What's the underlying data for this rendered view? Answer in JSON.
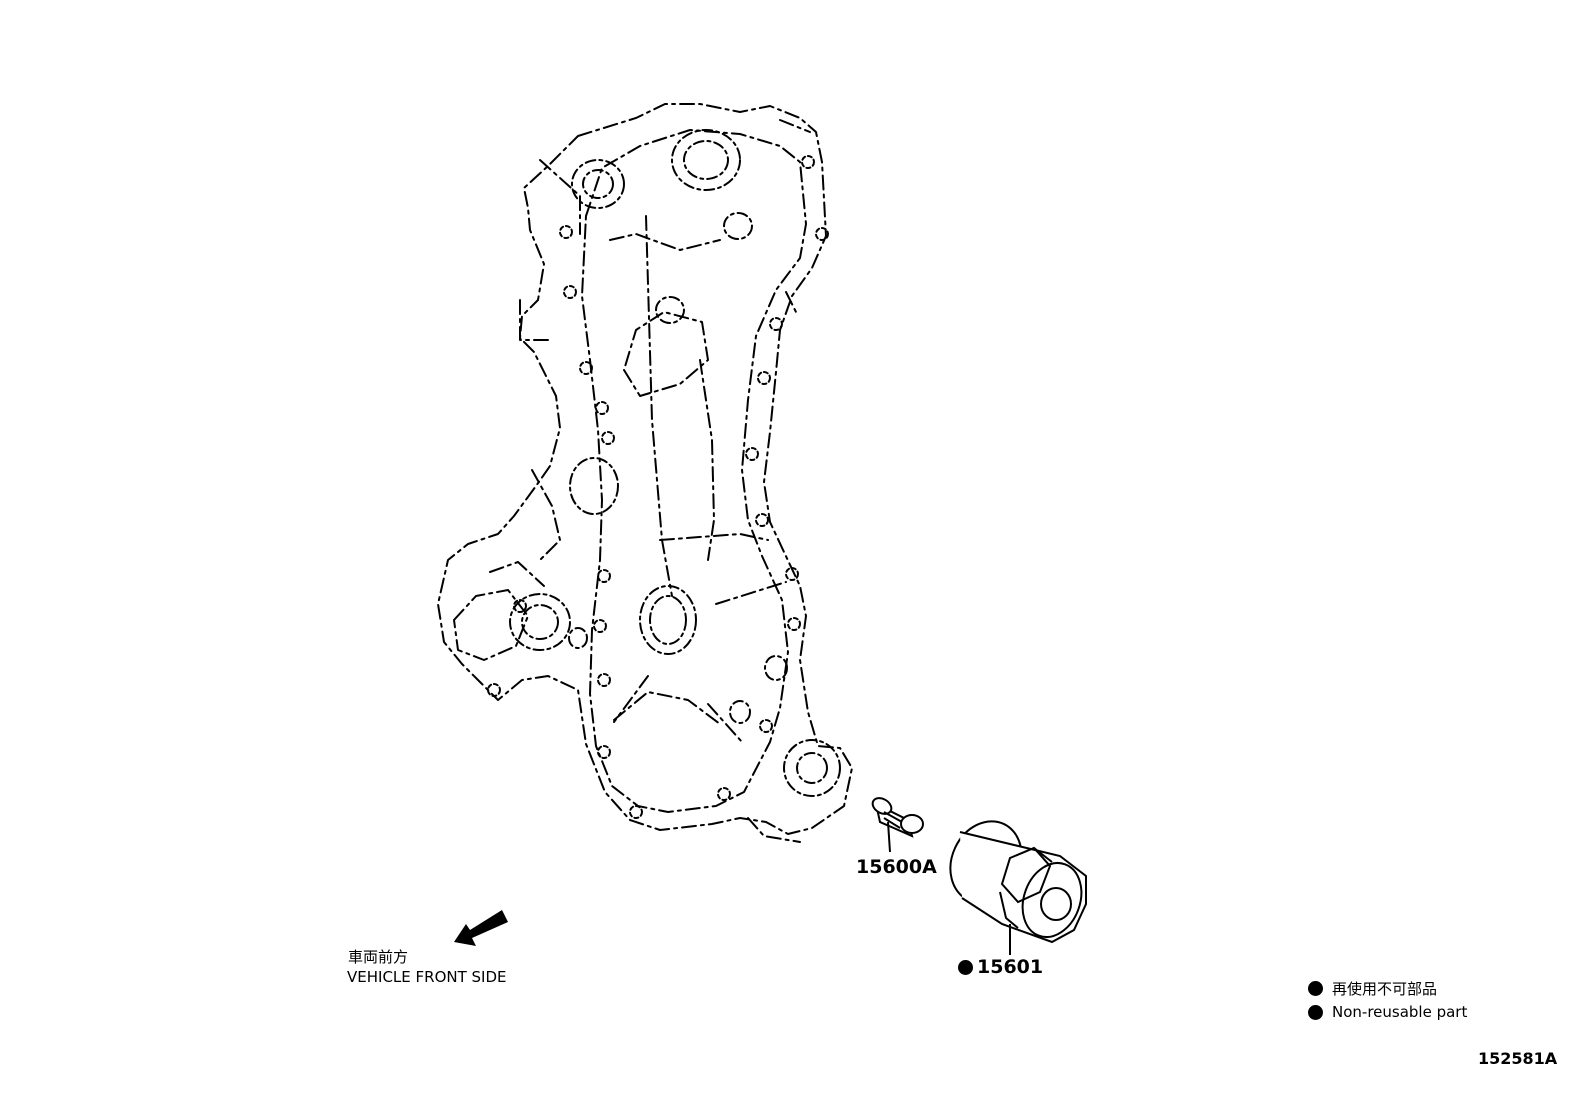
{
  "parts": {
    "union_label": "15600A",
    "filter_label": "15601"
  },
  "direction": {
    "label_jp": "車両前方",
    "label_en": "VEHICLE FRONT SIDE"
  },
  "legend": {
    "jp": "再使用不可部品",
    "en": "Non-reusable part"
  },
  "figure_id": "152581A"
}
